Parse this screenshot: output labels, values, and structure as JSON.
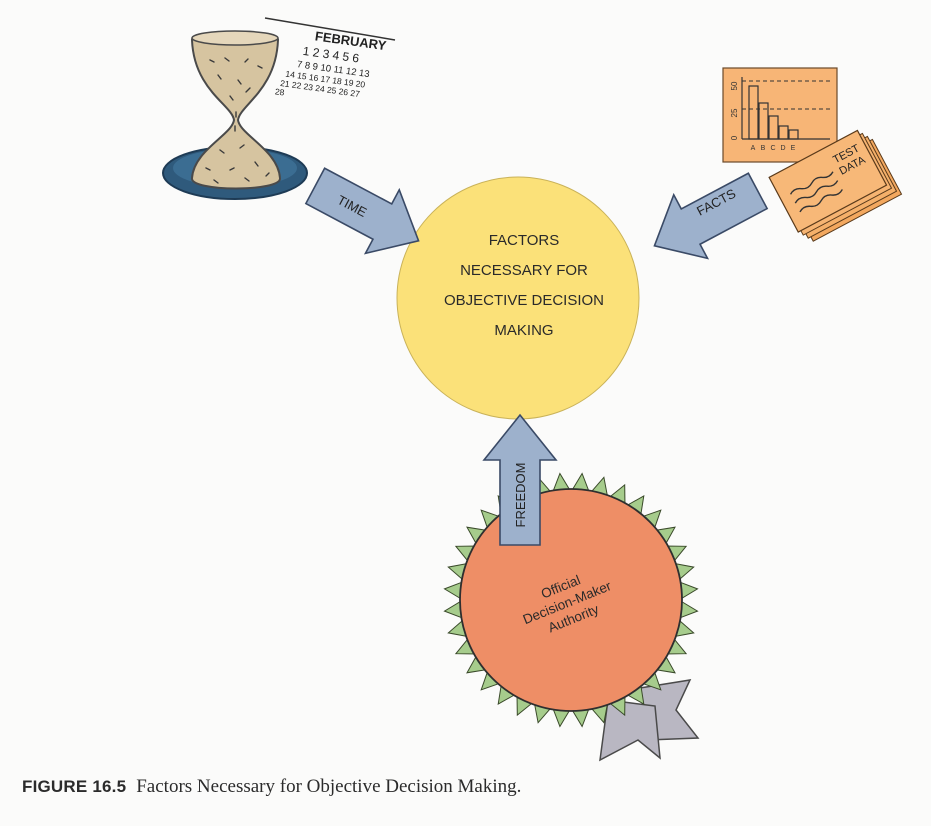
{
  "figure": {
    "center_circle": {
      "lines": [
        "FACTORS",
        "NECESSARY FOR",
        "OBJECTIVE DECISION",
        "MAKING"
      ]
    },
    "arrows": {
      "time": "TIME",
      "facts": "FACTS",
      "freedom": "FREEDOM"
    },
    "calendar": {
      "month": "FEBRUARY",
      "rows": [
        "1 2 3 4 5 6",
        "7 8 9 10 11 12 13",
        "14 15 16 17 18 19 20",
        "21 22 23 24 25 26 27",
        "28"
      ]
    },
    "chart_icon": {
      "y_ticks": [
        "50",
        "25",
        "0"
      ],
      "x_labels": [
        "A",
        "B",
        "C",
        "D",
        "E"
      ]
    },
    "test_data": {
      "lines": [
        "TEST",
        "DATA"
      ]
    },
    "seal": {
      "lines": [
        "Official",
        "Decision-Maker",
        "Authority"
      ]
    },
    "colors": {
      "center_circle": "#fbe179",
      "arrow_fill": "#9db1cc",
      "seal_fill": "#ee8e66",
      "seal_teeth": "#a6cc8c",
      "ribbon": "#b9b7c2",
      "paper_orange": "#f7b576",
      "hourglass_base": "#2f5a7c",
      "sand": "#d6c4a0"
    }
  },
  "caption": {
    "number": "FIGURE 16.5",
    "text": "Factors Necessary for Objective Decision Making."
  }
}
